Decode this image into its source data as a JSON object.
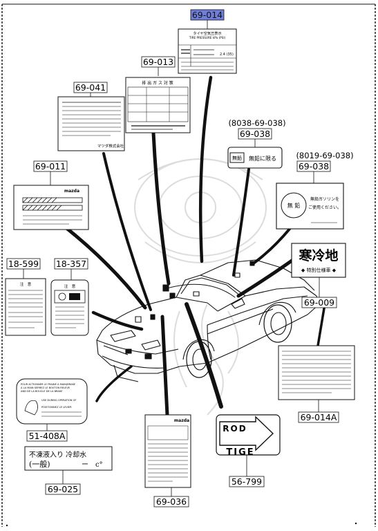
{
  "colors": {
    "ink": "#111111",
    "highlight": "#6f7fd9",
    "watermark": "#d9d9d9",
    "paper": "#ffffff"
  },
  "callouts": {
    "c69_014": "69-014",
    "c69_013": "69-013",
    "c69_041": "69-041",
    "c69_038a_sub": "(8038-69-038)",
    "c69_038a": "69-038",
    "c69_038b_sub": "(8019-69-038)",
    "c69_038b": "69-038",
    "c69_011": "69-011",
    "c18_599": "18-599",
    "c18_357": "18-357",
    "c69_009": "69-009",
    "c69_014a": "69-014A",
    "c51_408a": "51-408A",
    "c69_025": "69-025",
    "c69_036": "69-036",
    "c56_799": "56-799"
  },
  "labels": {
    "tire_title": "タイヤ空気圧表示",
    "tire_sub": "TIRE PRESSURE kPa (PSI)",
    "tire_value1": "2.4 (35)",
    "emission_title": "排 出 ガ ス 対 策",
    "mazda_small": "マツダ株式会社",
    "muen_box": "無鉛",
    "muen_text": "無鉛に限る",
    "muen_circle": "無 鉛",
    "muen_note1": "無鉛ガソリンを",
    "muen_note2": "ご使用ください。",
    "mazda_logo": "mazda",
    "cold_region": "寒冷地",
    "cold_region_sub": "◆ 特別仕様車 ◆",
    "rod": "ROD",
    "tige": "TIGE",
    "coolant_line1": "不凍液入り 冷却水",
    "coolant_line2": "(一般)",
    "coolant_line3": "ー　c°",
    "french_1": "POUR ACTIONNER LE FRAINE A MAIN(BRAKE",
    "french_2": "A LA MAIN SERREZ LE BOUTON RELEVE",
    "french_3": "AND DE LA BOUCLE DE LA BRAKE",
    "french_4": "USE DURING OPERATION OF",
    "french_5": "POSITIONNEZ LE LEVIER",
    "warn_title": "注　意",
    "warn_title2": "注　意"
  }
}
